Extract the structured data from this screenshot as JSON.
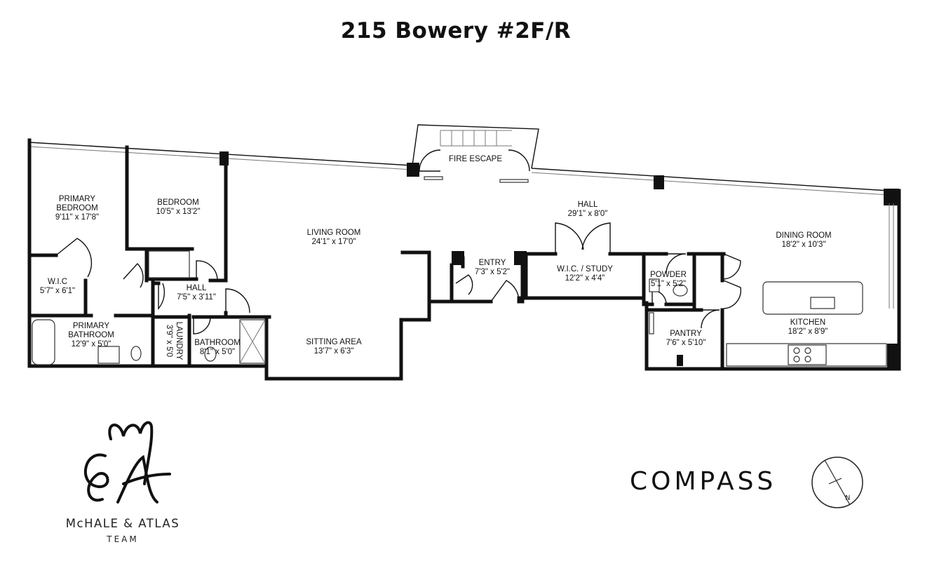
{
  "title": "215 Bowery #2F/R",
  "rooms": [
    {
      "id": "primary-bedroom",
      "name": "PRIMARY",
      "name2": "BEDROOM",
      "dims": "9'11\" x 17'8\""
    },
    {
      "id": "bedroom",
      "name": "BEDROOM",
      "dims": "10'5\" x 13'2\""
    },
    {
      "id": "wic",
      "name": "W.I.C",
      "dims": "5'7\" x 6'1\""
    },
    {
      "id": "hall-small",
      "name": "HALL",
      "dims": "7'5\" x 3'11\""
    },
    {
      "id": "primary-bathroom",
      "name": "PRIMARY",
      "name2": "BATHROOM",
      "dims": "12'9\" x 5'0\""
    },
    {
      "id": "laundry",
      "name": "LAUNDRY",
      "dims": "3'9\" x 5'0"
    },
    {
      "id": "bathroom",
      "name": "BATHROOM",
      "dims": "8'1\" x 5'0\""
    },
    {
      "id": "living-room",
      "name": "LIVING ROOM",
      "dims": "24'1\" x 17'0\""
    },
    {
      "id": "sitting-area",
      "name": "SITTING AREA",
      "dims": "13'7\" x 6'3\""
    },
    {
      "id": "fire-escape",
      "name": "FIRE ESCAPE",
      "dims": ""
    },
    {
      "id": "hall-main",
      "name": "HALL",
      "dims": "29'1\" x 8'0\""
    },
    {
      "id": "entry",
      "name": "ENTRY",
      "dims": "7'3\" x 5'2\""
    },
    {
      "id": "wic-study",
      "name": "W.I.C. / STUDY",
      "dims": "12'2\" x 4'4\""
    },
    {
      "id": "powder",
      "name": "POWDER",
      "dims": "5'1\" x 5'2\""
    },
    {
      "id": "pantry",
      "name": "PANTRY",
      "dims": "7'6\" x 5'10\""
    },
    {
      "id": "dining-room",
      "name": "DINING ROOM",
      "dims": "18'2\" x 10'3\""
    },
    {
      "id": "kitchen",
      "name": "KITCHEN",
      "dims": "18'2\" x 8'9\""
    }
  ],
  "branding": {
    "team_name": "McHALE & ATLAS",
    "team_sub": "TEAM",
    "compass_word": "COMPASS"
  },
  "north_label": "N",
  "icons": [
    "signature-logo-icon",
    "north-arrow-icon"
  ]
}
